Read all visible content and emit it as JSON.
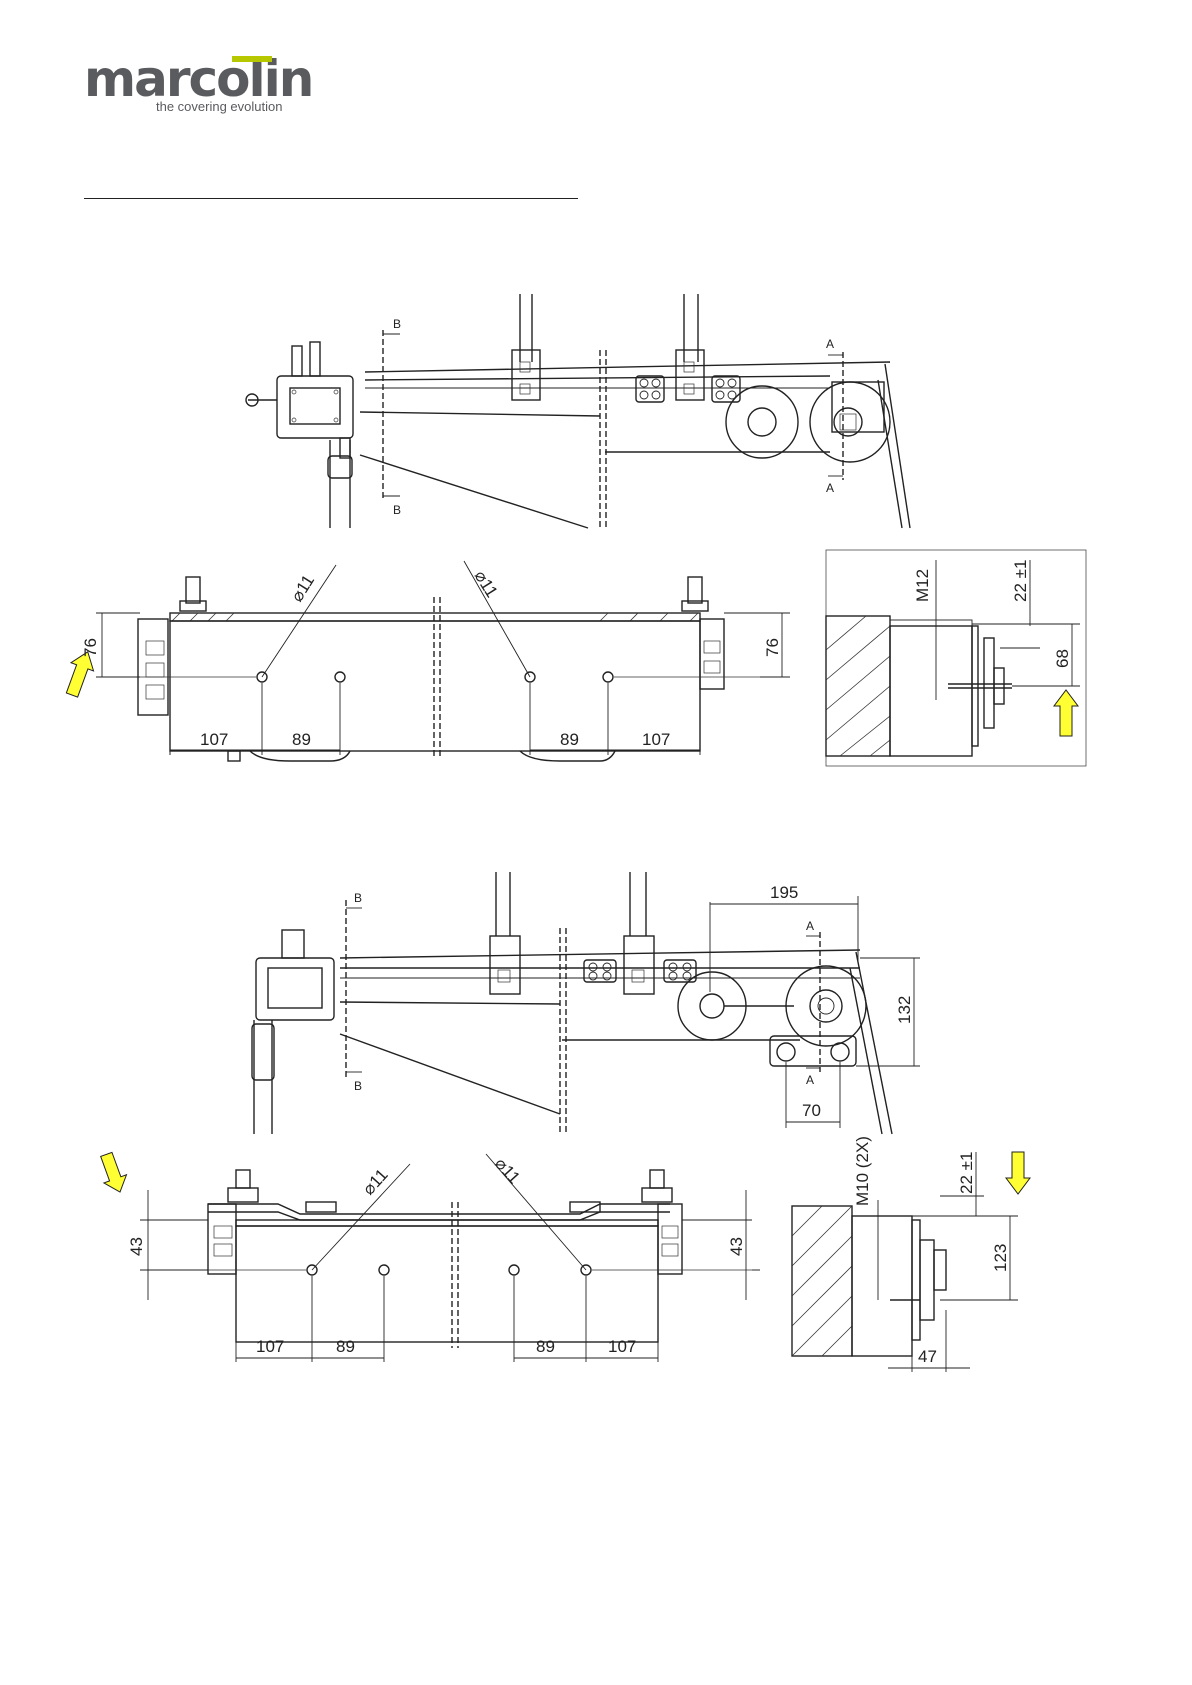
{
  "brand": {
    "name": "marcolin",
    "tagline": "the covering evolution",
    "accent_color": "#b8c800",
    "text_color": "#5a5b5e"
  },
  "arrow_color": "#ffff33",
  "drawing1": {
    "section_labels": [
      "B",
      "B",
      "A",
      "A"
    ],
    "side": {
      "dims": [
        "76",
        "76",
        "107",
        "89",
        "89",
        "107"
      ],
      "holes": [
        "11",
        "11"
      ]
    },
    "section": {
      "dims": [
        "M12",
        "22 ±1",
        "68"
      ]
    }
  },
  "drawing2": {
    "section_labels": [
      "B",
      "B",
      "A",
      "A"
    ],
    "top_dims": [
      "195",
      "132",
      "70"
    ],
    "side": {
      "dims": [
        "43",
        "43",
        "107",
        "89",
        "89",
        "107"
      ],
      "holes": [
        "11",
        "11"
      ]
    },
    "section": {
      "dims": [
        "M10 (2X)",
        "22 ±1",
        "123",
        "47"
      ]
    }
  }
}
